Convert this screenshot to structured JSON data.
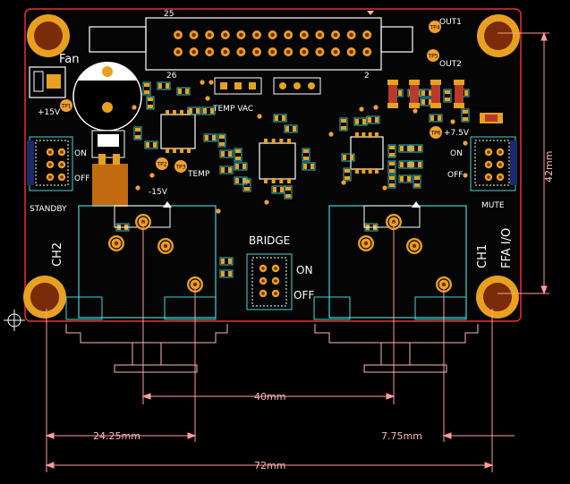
{
  "board": {
    "header_pin_first": "25",
    "header_pin_26": "26",
    "header_pin_2": "2",
    "fan_label": "Fan",
    "temp_vac_label": "TEMP VAC",
    "temp_label": "TEMP",
    "plus15_label": "+15V",
    "minus15_label": "-15V",
    "plus75_label": "+7.5V",
    "standby_label": "STANDBY",
    "mute_label": "MUTE",
    "bridge_label": "BRIDGE",
    "on_label": "ON",
    "off_label": "OFF",
    "ch1_label": "CH1",
    "ch2_label": "CH2",
    "ffa_label": "FFA I/O",
    "out1_label": "OUT1",
    "out2_label": "OUT2",
    "tp_labels": [
      "TP1",
      "TP2",
      "TP3",
      "TP4",
      "TP5",
      "TP6"
    ]
  },
  "dimensions": {
    "d40": "40mm",
    "d2425": "24.25mm",
    "d775": "7.75mm",
    "d72": "72mm",
    "d42": "42mm"
  },
  "colors": {
    "board_edge": "#e83030",
    "outline": "#3fd6d6",
    "silk": "#ffffff",
    "pad": "#e8a020",
    "hole": "#7a2b0a",
    "dimension": "#ff9c9c",
    "testpoint": "#f0a030"
  }
}
